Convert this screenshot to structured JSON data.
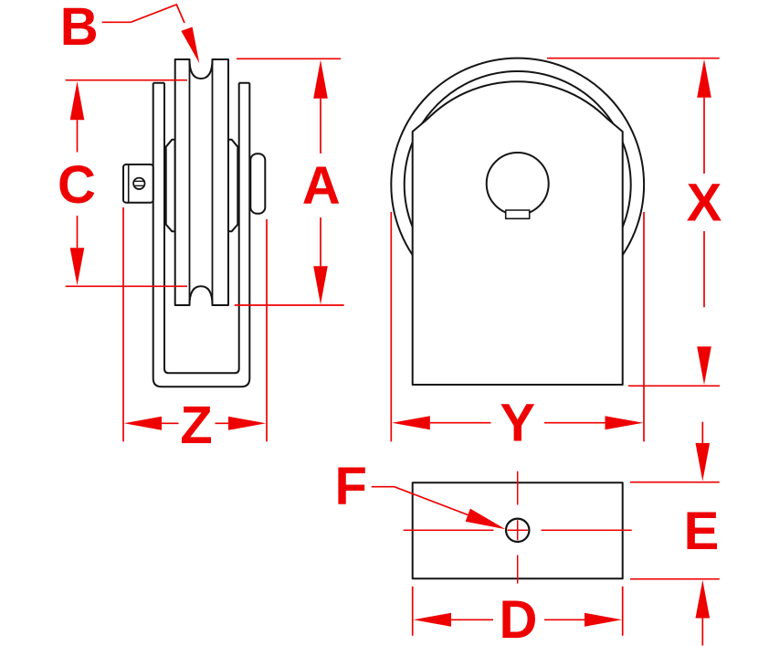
{
  "drawing": {
    "kind": "pulley-block-three-view-dimension-drawing",
    "colors": {
      "dimension_red": "#ee0000",
      "line_black": "#141414",
      "background": "#ffffff"
    },
    "labels": {
      "b": "B",
      "c": "C",
      "a": "A",
      "z": "Z",
      "x": "X",
      "y": "Y",
      "f": "F",
      "e": "E",
      "d": "D"
    }
  }
}
